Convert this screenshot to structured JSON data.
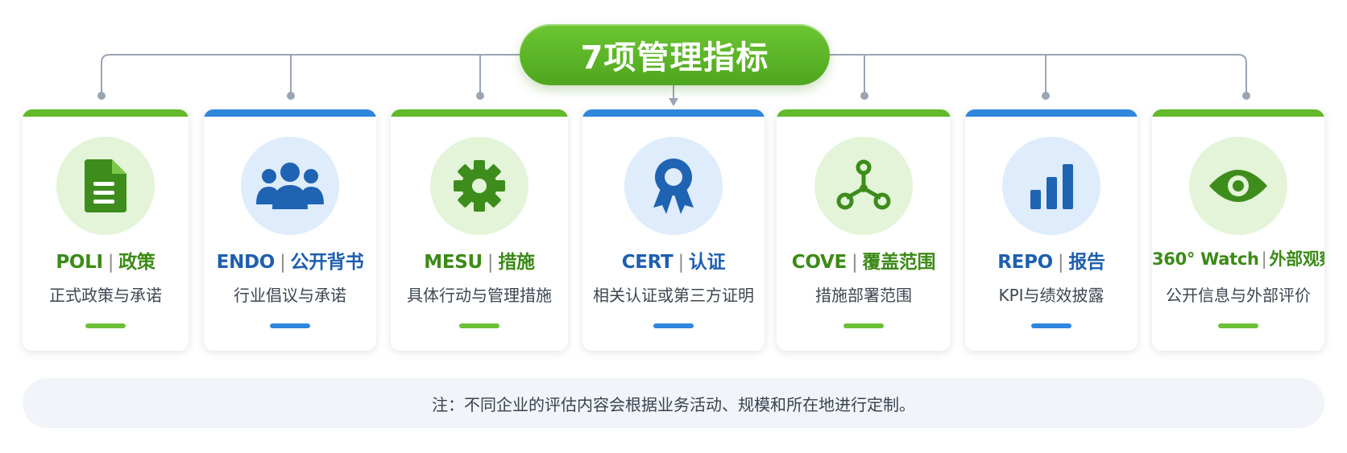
{
  "title": "7项管理指标",
  "cards": [
    {
      "code": "POLI",
      "name": "政策",
      "desc": "正式政策与承诺",
      "color": "green",
      "icon": "document-icon"
    },
    {
      "code": "ENDO",
      "name": "公开背书",
      "desc": "行业倡议与承诺",
      "color": "blue",
      "icon": "people-group-icon"
    },
    {
      "code": "MESU",
      "name": "措施",
      "desc": "具体行动与管理措施",
      "color": "green",
      "icon": "gear-icon"
    },
    {
      "code": "CERT",
      "name": "认证",
      "desc": "相关认证或第三方证明",
      "color": "blue",
      "icon": "award-ribbon-icon"
    },
    {
      "code": "COVE",
      "name": "覆盖范围",
      "desc": "措施部署范围",
      "color": "green",
      "icon": "network-nodes-icon"
    },
    {
      "code": "REPO",
      "name": "报告",
      "desc": "KPI与绩效披露",
      "color": "blue",
      "icon": "bar-chart-icon"
    },
    {
      "code": "360° Watch",
      "name": "外部观察",
      "desc": "公开信息与外部评价",
      "color": "green",
      "icon": "eye-icon"
    }
  ],
  "separator": "|",
  "note": "注：不同企业的评估内容会根据业务活动、规模和所在地进行定制。",
  "colors": {
    "green": "#62b92a",
    "blue": "#2f86dd",
    "line": "#9aa5b4"
  }
}
